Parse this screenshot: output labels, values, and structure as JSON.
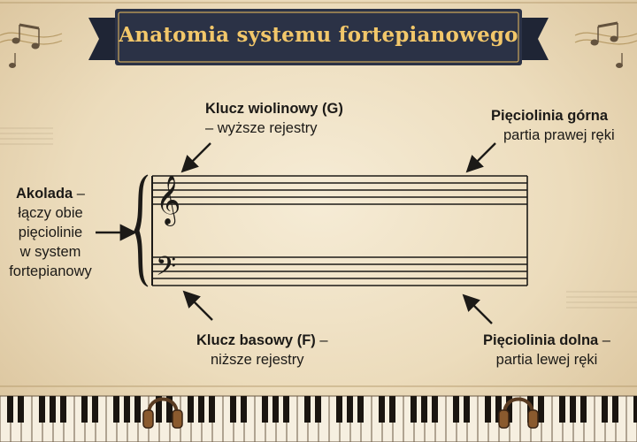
{
  "title": "Anatomia systemu fortepianowego",
  "labels": {
    "treble_bold": "Klucz wiolinowy (G)",
    "treble_text": "– wyższe rejestry",
    "upper_bold": "Pięciolinia górna",
    "upper_text": "partia prawej ręki",
    "brace_bold": "Akolada",
    "brace_dash": " –",
    "brace_lines": [
      "łączy obie",
      "pięciolinie",
      "w system",
      "fortepianowy"
    ],
    "bass_bold": "Klucz basowy (F)",
    "bass_dash": " –",
    "bass_text": "niższe rejestry",
    "lower_bold": "Pięciolinia dolna",
    "lower_dash": " –",
    "lower_text": "partia lewej ręki"
  },
  "colors": {
    "banner": "#2b3246",
    "banner_text": "#f2c76a",
    "staff": "#1c1a17",
    "parchment": "#ecdcbc"
  },
  "icons": [
    "treble-clef-icon",
    "bass-clef-icon",
    "brace-icon",
    "arrow-icon",
    "headphones-icon",
    "music-notes-icon",
    "piano-keyboard-icon"
  ]
}
